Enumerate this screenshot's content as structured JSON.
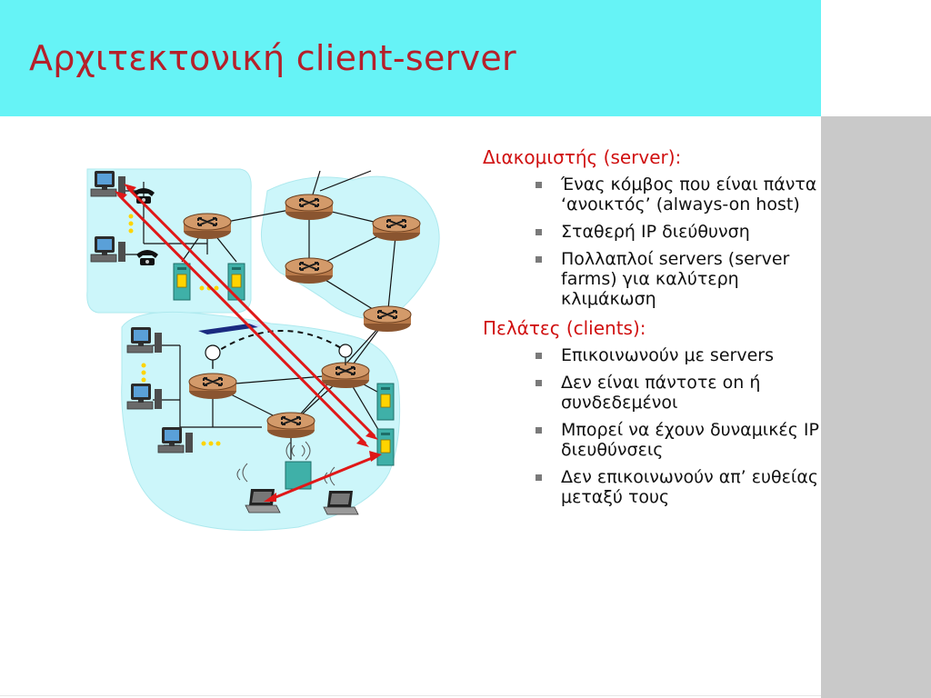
{
  "slide": {
    "title": "Αρχιτεκτονική client-server"
  },
  "content": {
    "server_heading": "Διακομιστής (server):",
    "server_points": [
      "Ένας κόμβος που είναι πάντα ‘ανοικτός’ (always-on host)",
      "Σταθερή IP διεύθυνση",
      "Πολλαπλοί servers (server farms) για καλύτερη κλιμάκωση"
    ],
    "client_heading": "Πελάτες (clients):",
    "client_points": [
      "Επικοινωνούν με servers",
      "Δεν είναι πάντοτε on ή συνδεδεμένοι",
      "Μπορεί να έχουν δυναμικές IP διευθύνσεις",
      "Δεν επικοινωνούν απ’ ευθείας μεταξύ τους"
    ]
  },
  "colors": {
    "title_bar": "#66f3f6",
    "title_text": "#b5202a",
    "heading_text": "#d01010",
    "cloud": "#ccf6fa",
    "router": "#b97a4a",
    "arrow": "#e01818",
    "server_box": "#3fb0a8"
  },
  "icons": [
    "router-icon",
    "server-icon",
    "desktop-computer-icon",
    "telephone-icon",
    "laptop-icon",
    "satellite-dish-icon",
    "wireless-base-station-icon"
  ]
}
